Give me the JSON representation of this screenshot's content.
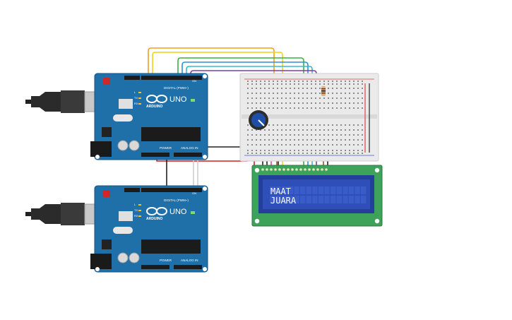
{
  "circuit": {
    "arduino_top": {
      "logo": "∞",
      "model": "UNO",
      "brand": "ARDUINO",
      "digital_label": "DIGITAL (PWM~)",
      "power_label": "POWER",
      "analog_label": "ANALOG IN",
      "tx_label": "TX",
      "rx_label": "RX",
      "l_label": "L",
      "on_label": "ON"
    },
    "arduino_bottom": {
      "logo": "∞",
      "model": "UNO",
      "brand": "ARDUINO",
      "digital_label": "DIGITAL (PWM~)",
      "power_label": "POWER",
      "analog_label": "ANALOG IN",
      "tx_label": "TX",
      "rx_label": "RX",
      "l_label": "L",
      "on_label": "ON"
    },
    "lcd": {
      "line1": "MAAT",
      "line2": "JUARA"
    },
    "colors": {
      "board": "#1f6fa8",
      "board_edge": "#15527e",
      "breadboard": "#eaeaea",
      "lcd_pcb": "#3da25a",
      "lcd_screen": "#2f4fb8",
      "wire_orange": "#f0a020",
      "wire_yellow": "#f2d21a",
      "wire_green": "#3cb043",
      "wire_blue": "#2f8fd8",
      "wire_cyan": "#38b8d0",
      "wire_purple": "#7a3fa0",
      "wire_red": "#d42020",
      "wire_black": "#222222",
      "wire_brown": "#8a5a30",
      "wire_pink": "#e040a0"
    }
  }
}
